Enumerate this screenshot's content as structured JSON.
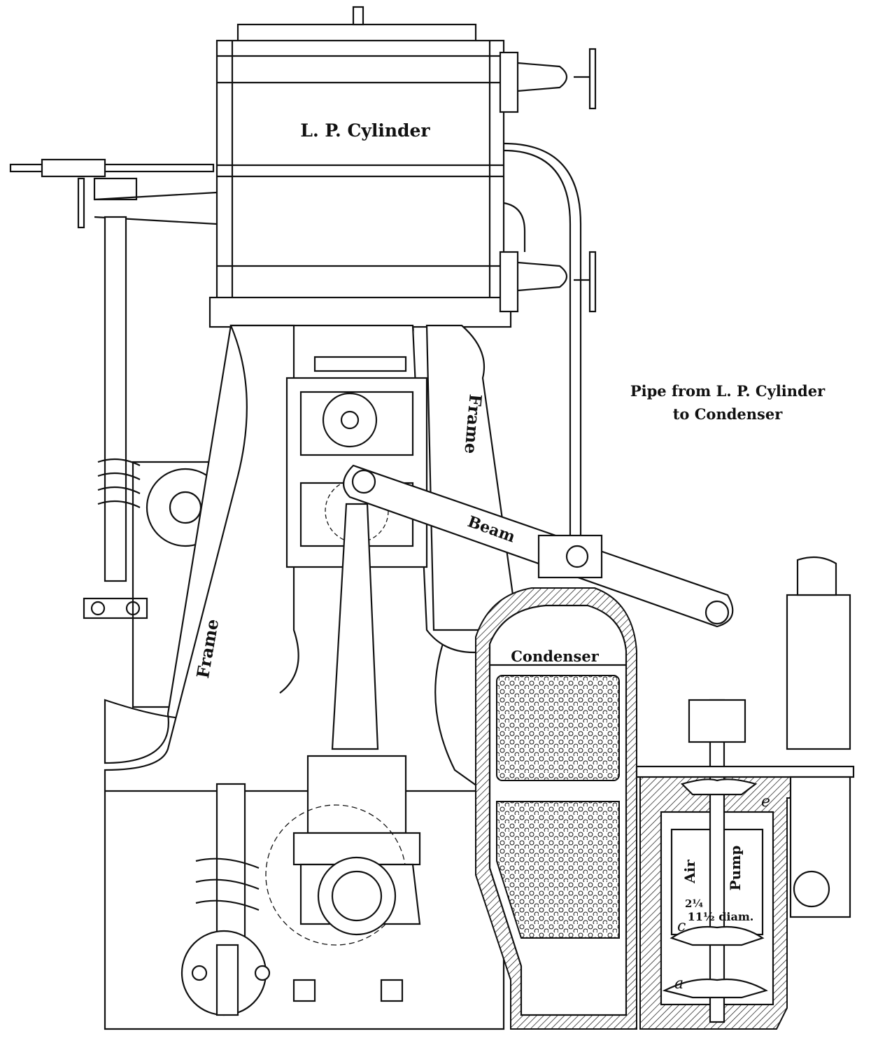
{
  "labels": {
    "lp_cylinder": "L. P. Cylinder",
    "pipe_line1": "Pipe from L. P. Cylinder",
    "pipe_line2": "to Condenser",
    "frame_right": "Frame",
    "frame_left": "Frame",
    "beam": "Beam",
    "condenser": "Condenser",
    "air": "Air",
    "pump": "Pump",
    "stroke_dim": "2¼",
    "diam_dim": "11½ diam.",
    "valve_c": "c",
    "valve_e": "e",
    "valve_a": "a"
  }
}
